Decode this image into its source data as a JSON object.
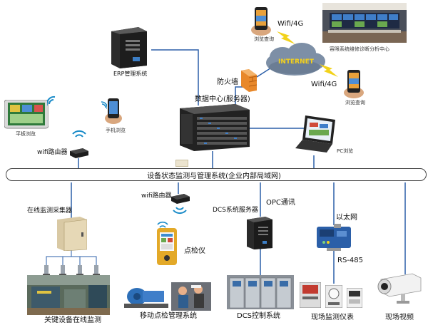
{
  "labels": {
    "erp": "ERP管理系统",
    "data_center": "数据中心(服务器)",
    "firewall": "防火墙",
    "internet": "INTERNET",
    "wifi4g_top": "Wifi/4G",
    "wifi4g_right": "Wifi/4G",
    "monitor_center": "容限系统维修诊断分析中心",
    "browse_top": "浏览查询",
    "browse_right": "浏览查询",
    "tablet_browse": "平板浏览",
    "phone_browse": "手机浏览",
    "wifi_router_left": "wifi路由器",
    "pc_browse": "PC浏览",
    "bus": "设备状态监测与管理系统(企业内部局域网)",
    "wifi_router_mid": "wifi路由器",
    "online_collector": "在线监测采集器",
    "patrol_device": "点检仪",
    "dcs_server": "DCS系统服务器",
    "opc": "OPC通讯",
    "ethernet": "以太网",
    "rs485": "RS-485",
    "caption_online": "关键设备在线监测",
    "caption_mobile": "移动点检管理系统",
    "caption_dcs": "DCS控制系统",
    "caption_meter": "现场监测仪表",
    "caption_video": "现场视频"
  },
  "colors": {
    "wire": "#2b5fa8",
    "bus_fill": "#ffffff",
    "bus_stroke": "#444444",
    "cloud": "#7d8fa6",
    "lightning": "#f2d21a",
    "firewall": "#e8882a"
  }
}
